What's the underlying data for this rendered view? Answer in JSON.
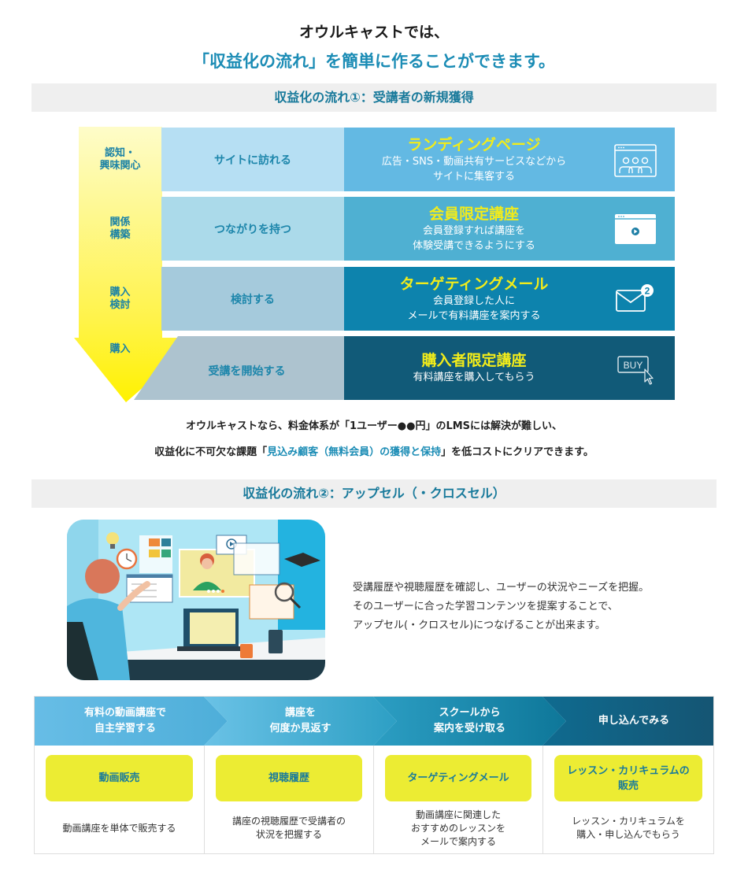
{
  "header": {
    "line1": "オウルキャストでは、",
    "line2": "「収益化の流れ」を簡単に作ることができます。"
  },
  "flow1": {
    "section_title": "収益化の流れ①：受講者の新規獲得",
    "rows": [
      {
        "stage_line1": "認知・",
        "stage_line2": "興味関心",
        "action": "サイトに訪れる",
        "title": "ランディングページ",
        "desc_line1": "広告・SNS・動画共有サービスなどから",
        "desc_line2": "サイトに集客する",
        "icon": "landing-page-audience-icon",
        "mid_color": "#b6dff3",
        "right_color": "#63b9e3"
      },
      {
        "stage_line1": "関係",
        "stage_line2": "構築",
        "action": "つながりを持つ",
        "title": "会員限定講座",
        "desc_line1": "会員登録すれば講座を",
        "desc_line2": "体験受講できるようにする",
        "icon": "video-play-window-icon",
        "mid_color": "#abdaea",
        "right_color": "#4fb0d2"
      },
      {
        "stage_line1": "購入",
        "stage_line2": "検討",
        "action": "検討する",
        "title": "ターゲティングメール",
        "desc_line1": "会員登録した人に",
        "desc_line2": "メールで有料講座を案内する",
        "icon": "mail-notification-icon",
        "badge": "2",
        "mid_color": "#a5cadc",
        "right_color": "#0d83ad"
      },
      {
        "stage_line1": "購入",
        "stage_line2": "",
        "action": "受講を開始する",
        "title": "購入者限定講座",
        "desc_line1": "有料講座を購入してもらう",
        "desc_line2": "",
        "icon": "buy-button-cursor-icon",
        "icon_text": "BUY",
        "mid_color": "#adc3cf",
        "right_color": "#115a78"
      }
    ],
    "note_line1": "オウルキャストなら、料金体系が「1ユーザー●●円」のLMSには解決が難しい、",
    "note_line2_pre": "収益化に不可欠な課題「",
    "note_line2_hl": "見込み顧客（無料会員）の獲得と保持",
    "note_line2_post": "」を低コストにクリアできます。"
  },
  "flow2": {
    "section_title": "収益化の流れ②：アップセル（・クロスセル）",
    "illustration": "online-learning-illustration",
    "para_line1": "受講履歴や視聴履歴を確認し、ユーザーの状況やニーズを把握。",
    "para_line2": "そのユーザーに合った学習コンテンツを提案することで、",
    "para_line3": "アップセル(・クロスセル)につなげることが出来ます。",
    "steps": [
      {
        "head_line1": "有料の動画講座で",
        "head_line2": "自主学習する",
        "pill_line1": "動画販売",
        "pill_line2": "",
        "desc_line1": "動画講座を単体で販売する",
        "desc_line2": "",
        "desc_line3": ""
      },
      {
        "head_line1": "講座を",
        "head_line2": "何度か見返す",
        "pill_line1": "視聴履歴",
        "pill_line2": "",
        "desc_line1": "講座の視聴履歴で受講者の",
        "desc_line2": "状況を把握する",
        "desc_line3": ""
      },
      {
        "head_line1": "スクールから",
        "head_line2": "案内を受け取る",
        "pill_line1": "ターゲティングメール",
        "pill_line2": "",
        "desc_line1": "動画講座に関連した",
        "desc_line2": "おすすめのレッスンを",
        "desc_line3": "メールで案内する"
      },
      {
        "head_line1": "申し込んでみる",
        "head_line2": "",
        "pill_line1": "レッスン・カリキュラムの",
        "pill_line2": "販売",
        "desc_line1": "レッスン・カリキュラムを",
        "desc_line2": "購入・申し込んでもらう",
        "desc_line3": ""
      }
    ]
  },
  "colors": {
    "accent_blue": "#1b8cb5",
    "accent_yellow": "#f2ec1a",
    "pill_yellow": "#ecec33",
    "section_bg": "#efefef"
  }
}
